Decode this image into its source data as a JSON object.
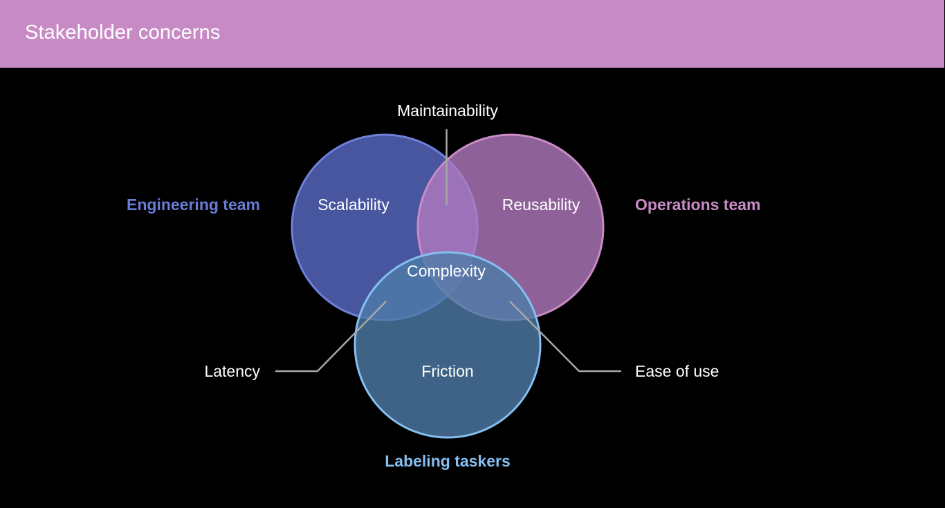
{
  "header": {
    "title": "Stakeholder concerns",
    "background": "#C78AC4"
  },
  "diagram": {
    "type": "venn",
    "sets": [
      {
        "id": "engineering",
        "name": "Engineering team",
        "unique_concern": "Scalability",
        "label_color": "#6A7DD6",
        "fill": "#5A6CC8",
        "stroke": "#6E80DA"
      },
      {
        "id": "operations",
        "name": "Operations team",
        "unique_concern": "Reusability",
        "label_color": "#C98BC6",
        "fill": "#B27ABF",
        "stroke": "#C98BC6"
      },
      {
        "id": "labeling",
        "name": "Labeling taskers",
        "unique_concern": "Friction",
        "label_color": "#85BFF0",
        "fill": "#4E7CA8",
        "stroke": "#85BFF0"
      }
    ],
    "intersections": [
      {
        "sets": [
          "engineering",
          "operations"
        ],
        "label": "Maintainability"
      },
      {
        "sets": [
          "engineering",
          "labeling"
        ],
        "label": "Latency"
      },
      {
        "sets": [
          "operations",
          "labeling"
        ],
        "label": "Ease of use"
      },
      {
        "sets": [
          "engineering",
          "operations",
          "labeling"
        ],
        "label": "Complexity"
      }
    ],
    "connector_color": "#A8A8A8"
  }
}
